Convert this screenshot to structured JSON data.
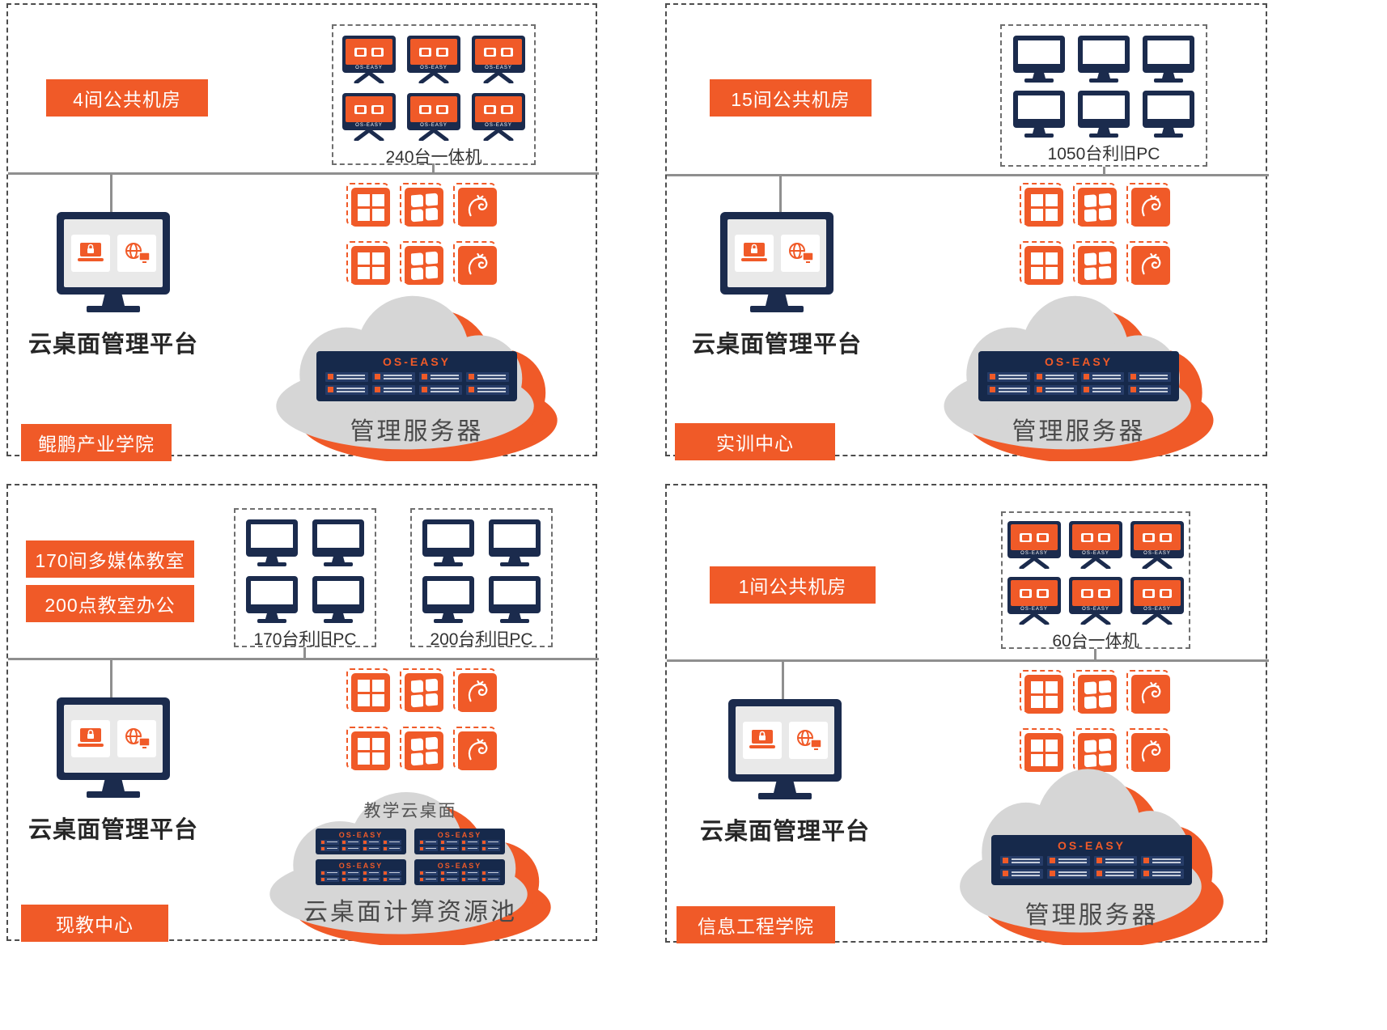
{
  "colors": {
    "accent": "#F05A28",
    "navy": "#1B2B4D",
    "cloud_gray": "#D6D6D6"
  },
  "server_logo": "OS-EASY",
  "aio_brand": "OS-EASY",
  "os_icons": [
    {
      "name": "windows-icon"
    },
    {
      "name": "windows-legacy-icon"
    },
    {
      "name": "kylin-os-icon"
    }
  ],
  "quadrants": [
    {
      "site": "鲲鹏产业学院",
      "room_labels": [
        "4间公共机房"
      ],
      "device_groups": [
        {
          "kind": "aio",
          "count": 6,
          "label": "240台一体机"
        }
      ],
      "platform_label": "云桌面管理平台",
      "cloud": {
        "label": "管理服务器"
      }
    },
    {
      "site": "实训中心",
      "room_labels": [
        "15间公共机房"
      ],
      "device_groups": [
        {
          "kind": "pc",
          "count": 6,
          "label": "1050台利旧PC"
        }
      ],
      "platform_label": "云桌面管理平台",
      "cloud": {
        "label": "管理服务器"
      }
    },
    {
      "site": "现教中心",
      "room_labels": [
        "170间多媒体教室",
        "200点教室办公"
      ],
      "device_groups": [
        {
          "kind": "pc",
          "count": 4,
          "label": "170台利旧PC"
        },
        {
          "kind": "pc",
          "count": 4,
          "label": "200台利旧PC"
        }
      ],
      "platform_label": "云桌面管理平台",
      "cloud": {
        "title": "教学云桌面",
        "label": "云桌面计算资源池",
        "racks": 4
      }
    },
    {
      "site": "信息工程学院",
      "room_labels": [
        "1间公共机房"
      ],
      "device_groups": [
        {
          "kind": "aio",
          "count": 6,
          "label": "60台一体机"
        }
      ],
      "platform_label": "云桌面管理平台",
      "cloud": {
        "label": "管理服务器"
      }
    }
  ]
}
